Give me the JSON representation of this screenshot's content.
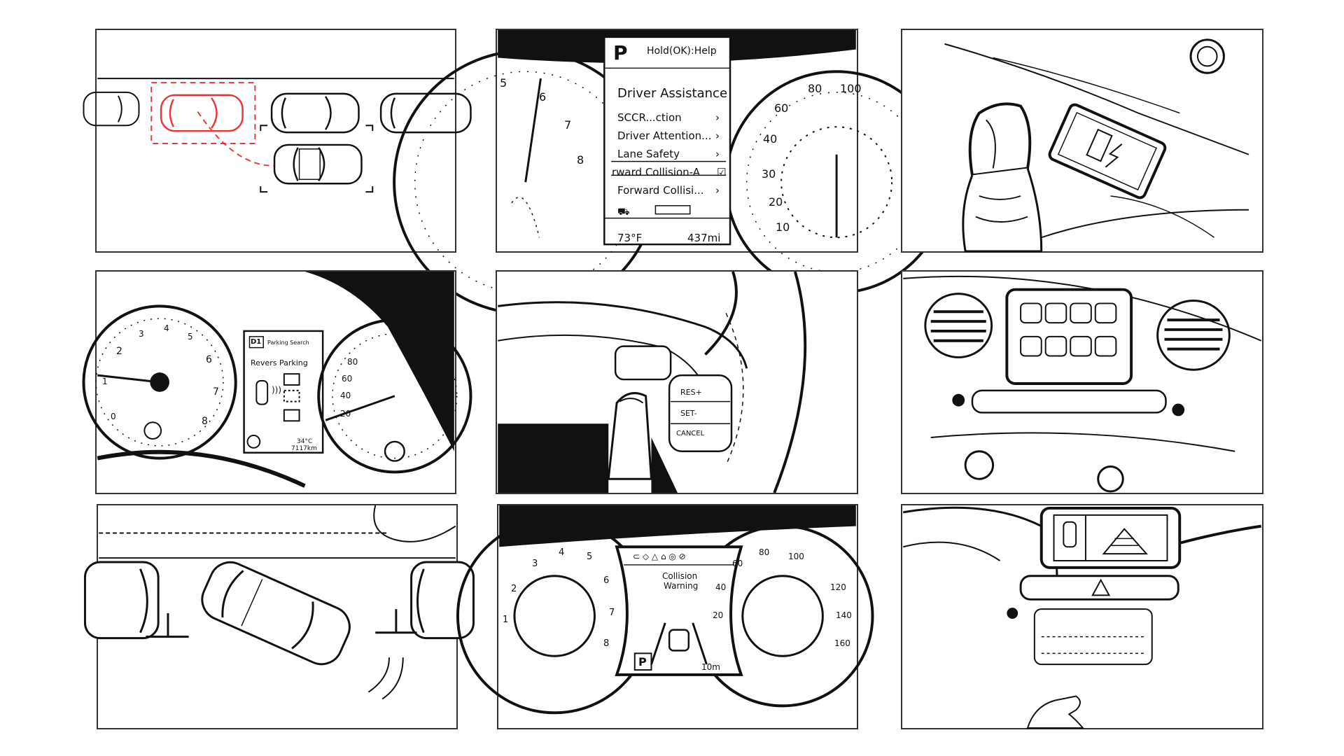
{
  "panels": {
    "p2": {
      "help_text": "Hold(OK):Help",
      "menu_title": "Driver Assistance",
      "menu_items": [
        "SCCR...ction",
        "Driver Attention...",
        "Lane Safety",
        "rward Collision-A",
        "Forward Collisi..."
      ],
      "temp": "73°F",
      "range": "437mi",
      "speed_ticks": [
        "10",
        "20",
        "30",
        "40",
        "60",
        "80",
        "100"
      ],
      "rpm_ticks": [
        "5",
        "6",
        "7",
        "8"
      ],
      "parking_badge": "P"
    },
    "p4": {
      "badge": "D1",
      "title": "Parking Search",
      "subtitle": "Revers Parking",
      "temp": "34°C",
      "odometer": "7117km",
      "rpm_ticks": [
        "0",
        "1",
        "2",
        "3",
        "4",
        "5",
        "6",
        "7",
        "8"
      ],
      "speed_ticks": [
        "20",
        "40",
        "60",
        "80"
      ]
    },
    "p5": {
      "buttons": [
        "RES+",
        "SET-",
        "CANCEL"
      ]
    },
    "p8": {
      "warning_line1": "Collision",
      "warning_line2": "Warning",
      "distance": "10m",
      "parking_badge": "P",
      "rpm_ticks": [
        "1",
        "2",
        "3",
        "4",
        "5",
        "6",
        "7",
        "8"
      ],
      "speed_ticks": [
        "20",
        "40",
        "60",
        "80",
        "100",
        "120",
        "140",
        "160"
      ]
    }
  },
  "colors": {
    "ink": "#111111",
    "highlight": "#e8373c"
  }
}
